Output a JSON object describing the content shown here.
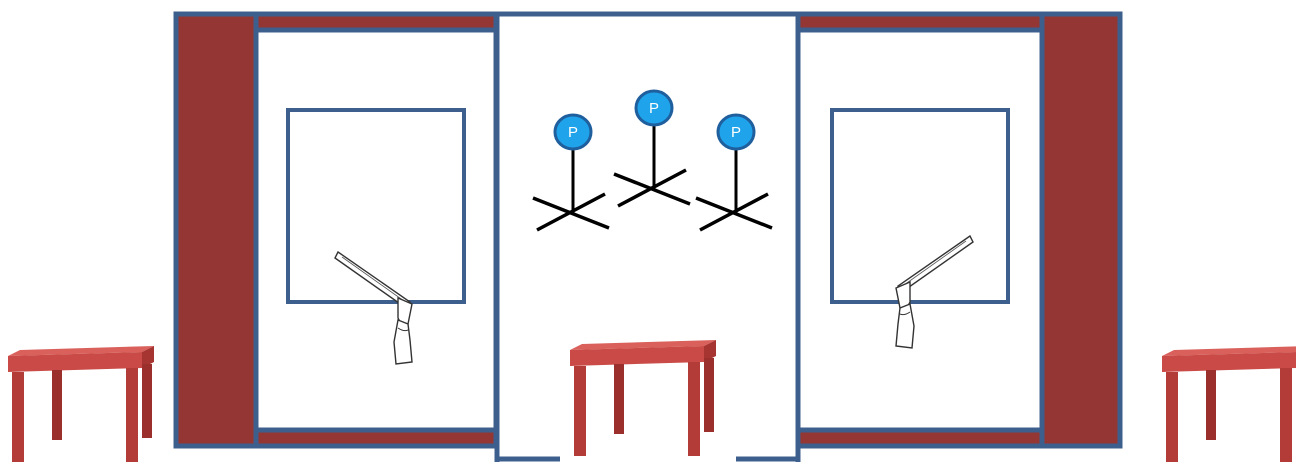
{
  "colors": {
    "wall_fill": "#943634",
    "wall_stroke": "#3d5f8e",
    "marker_fill": "#1fa3ea",
    "marker_stroke": "#1f5f9e",
    "stand_stroke": "#000000",
    "table_top": "#c94a46",
    "table_leg": "#b33b38"
  },
  "markers": [
    {
      "label": "P"
    },
    {
      "label": "P"
    },
    {
      "label": "P"
    }
  ],
  "icons": {
    "weapon": "rifle-icon",
    "furniture": "table-icon"
  }
}
